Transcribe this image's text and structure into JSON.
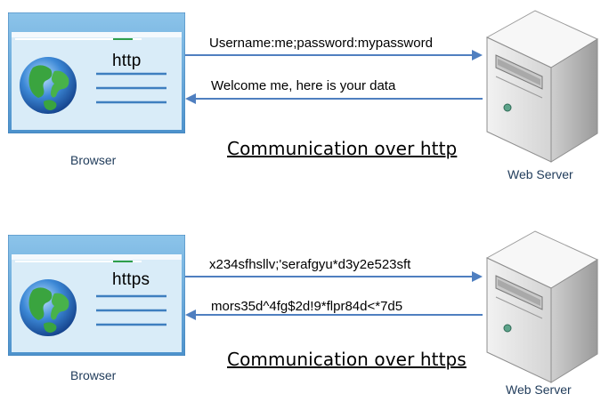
{
  "panels": [
    {
      "protocol": "http",
      "request": "Username:me;password:mypassword",
      "response": "Welcome me, here is your data",
      "caption": "Communication over http",
      "client_label": "Browser",
      "server_label": "Web Server"
    },
    {
      "protocol": "https",
      "request": "x234sfhsllv;'serafgyu*d3y2e523sft",
      "response": "mors35d^4fg$2d!9*flpr84d<*7d5",
      "caption": "Communication over https",
      "client_label": "Browser",
      "server_label": "Web Server"
    }
  ],
  "colors": {
    "arrow": "#4f7fc0",
    "browser_frame": "#6aa9d8",
    "browser_page": "#d9ecf8",
    "lines": "#3e7fbf",
    "server_body": "#e8e8e8"
  },
  "icons": [
    "browser-window-icon",
    "globe-icon",
    "server-tower-icon",
    "arrow-right-icon",
    "arrow-left-icon"
  ]
}
